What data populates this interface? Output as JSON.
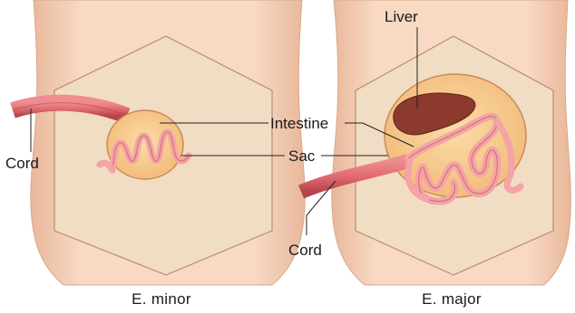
{
  "panels": [
    {
      "id": "minor",
      "caption": "E. minor",
      "labels": {
        "cord": "Cord"
      }
    },
    {
      "id": "major",
      "caption": "E. major",
      "labels": {
        "cord": "Cord",
        "liver": "Liver"
      }
    }
  ],
  "shared_labels": {
    "intestine": "Intestine",
    "sac": "Sac"
  },
  "colors": {
    "skin": "#f6d6c0",
    "skin_edge": "#d9a889",
    "hexagon": "#f1dcc4",
    "sac_fill": "#f9cf93",
    "sac_edge": "#c98a5a",
    "cord": "#e06a6f",
    "cord_dark": "#b8444c",
    "intestine": "#f4a3a6",
    "intestine_edge": "#c45c66",
    "liver": "#8c3a2e",
    "leader": "#222222"
  }
}
